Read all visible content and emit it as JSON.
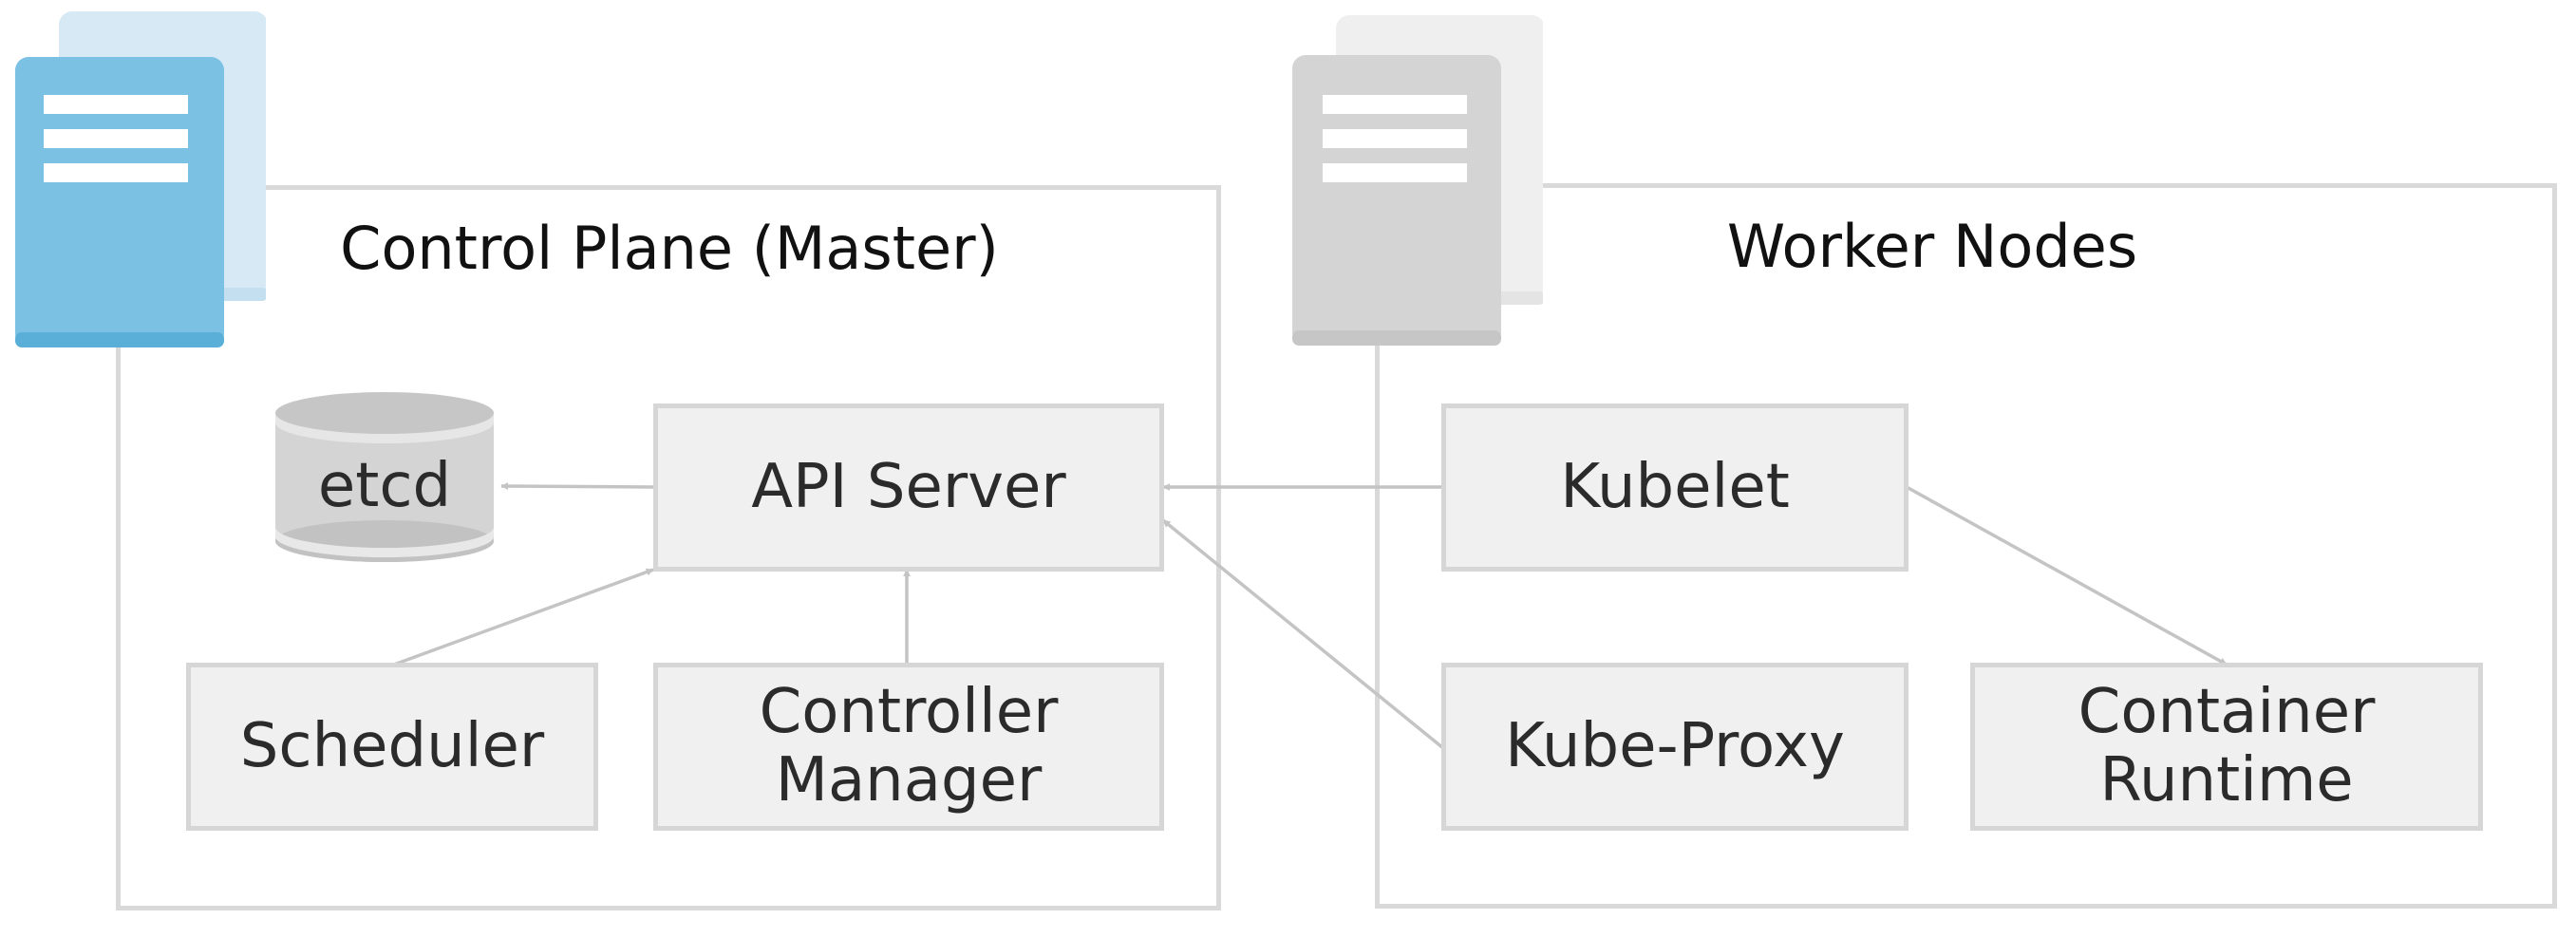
{
  "panels": {
    "control_plane": {
      "title": "Control Plane (Master)"
    },
    "worker_nodes": {
      "title": "Worker Nodes"
    }
  },
  "components": {
    "etcd": "etcd",
    "api_server": "API Server",
    "scheduler": "Scheduler",
    "controller_manager": "Controller\nManager",
    "kubelet": "Kubelet",
    "kube_proxy": "Kube-Proxy",
    "container_runtime": "Container\nRuntime"
  },
  "icons": {
    "control_server": "server-stack-icon",
    "worker_server": "server-stack-icon",
    "etcd": "database-cylinder-icon"
  },
  "colors": {
    "control_server": "#7bc1e3",
    "control_server_back": "#d6e9f5",
    "worker_server": "#d4d4d4",
    "worker_server_back": "#efefef",
    "box_fill": "#f0f0f0",
    "box_border": "#d6d6d6",
    "panel_border": "#d9d9d9",
    "arrow": "#c4c4c4"
  }
}
